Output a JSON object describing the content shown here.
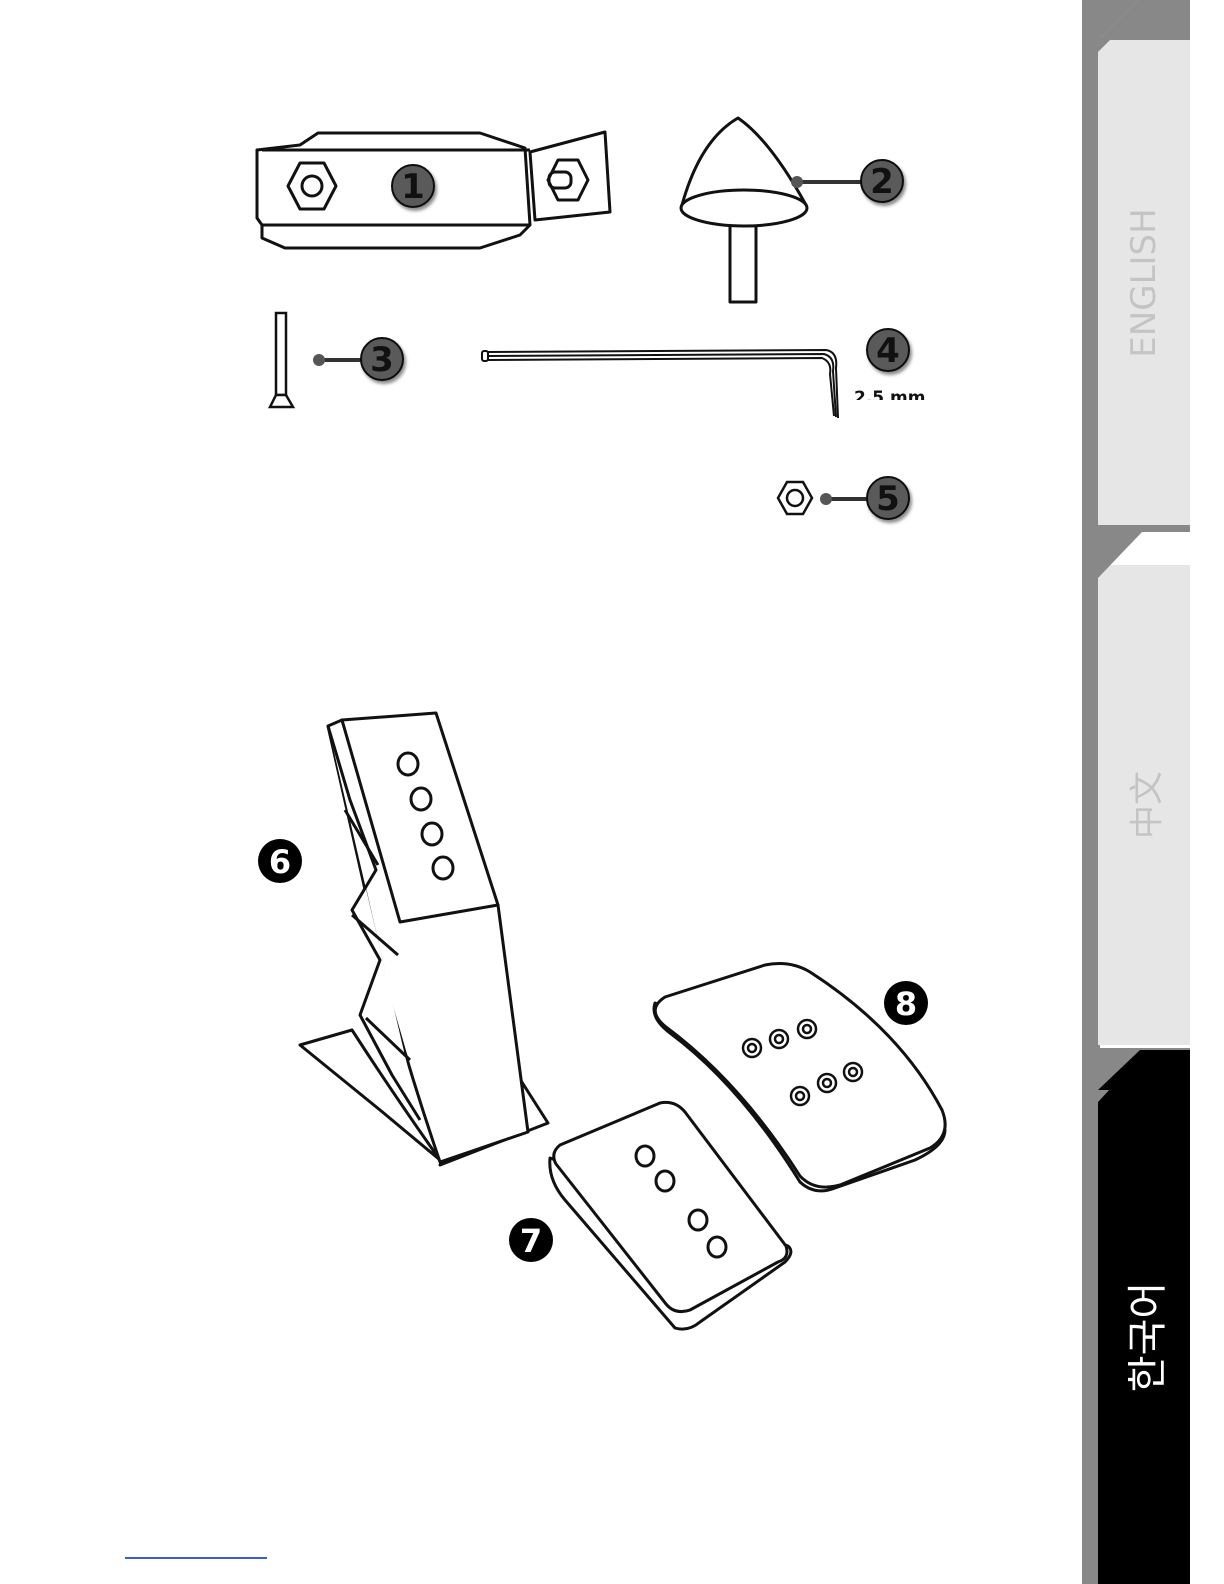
{
  "illustration": {
    "part_numbers": [
      "1",
      "2",
      "3",
      "4",
      "5",
      "6",
      "7",
      "8"
    ],
    "allen_key_size": "2.5 mm"
  },
  "language_tabs": [
    {
      "label": "ENGLISH",
      "active": false
    },
    {
      "label": "中文",
      "active": false
    },
    {
      "label": "한국어",
      "active": true
    }
  ],
  "colors": {
    "tab_inactive_bg": "#e6e6e6",
    "tab_active_bg": "#000000",
    "tab_inactive_text": "#c4c4c4",
    "tab_active_text": "#ffffff",
    "callout_grey": "#5a5a5a",
    "footer_link": "#3b5bdb"
  }
}
